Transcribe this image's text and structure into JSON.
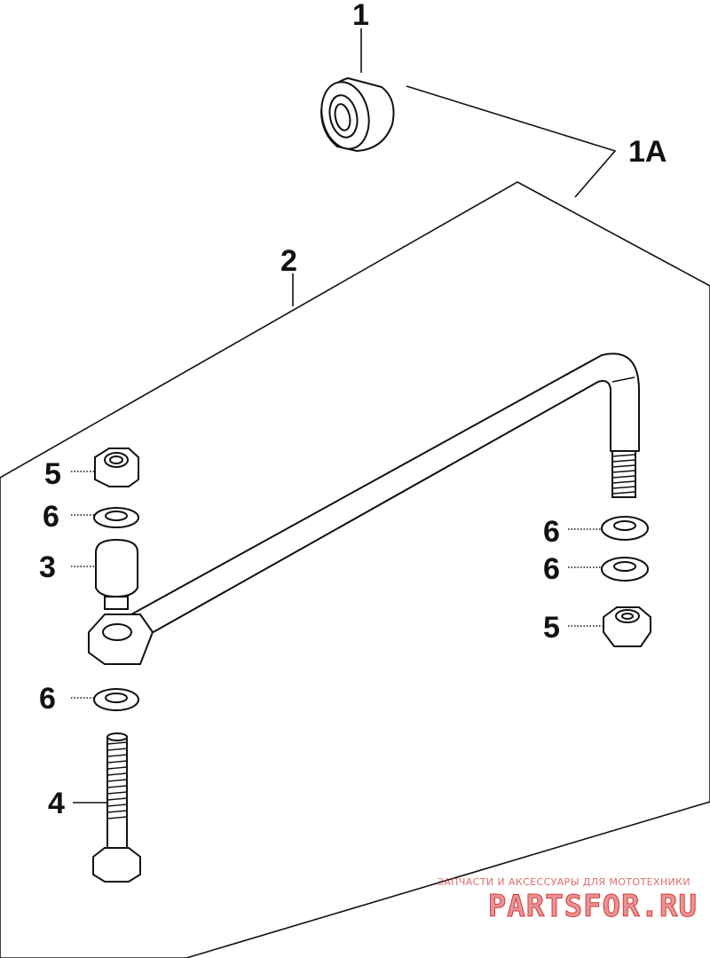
{
  "callouts": {
    "c1": "1",
    "c1a": "1A",
    "c2": "2",
    "c3": "3",
    "c4": "4",
    "c5_left": "5",
    "c5_right": "5",
    "c6_left_top": "6",
    "c6_left_bottom": "6",
    "c6_right_top": "6",
    "c6_right_bottom": "6"
  },
  "watermark": {
    "tagline": "ЗАПЧАСТИ И АКСЕССУАРЫ ДЛЯ МОТОТЕХНИКИ",
    "brand": "PARTSFOR.RU",
    "color": "#d63a3a"
  },
  "colors": {
    "line": "#111111",
    "background": "#ffffff"
  }
}
